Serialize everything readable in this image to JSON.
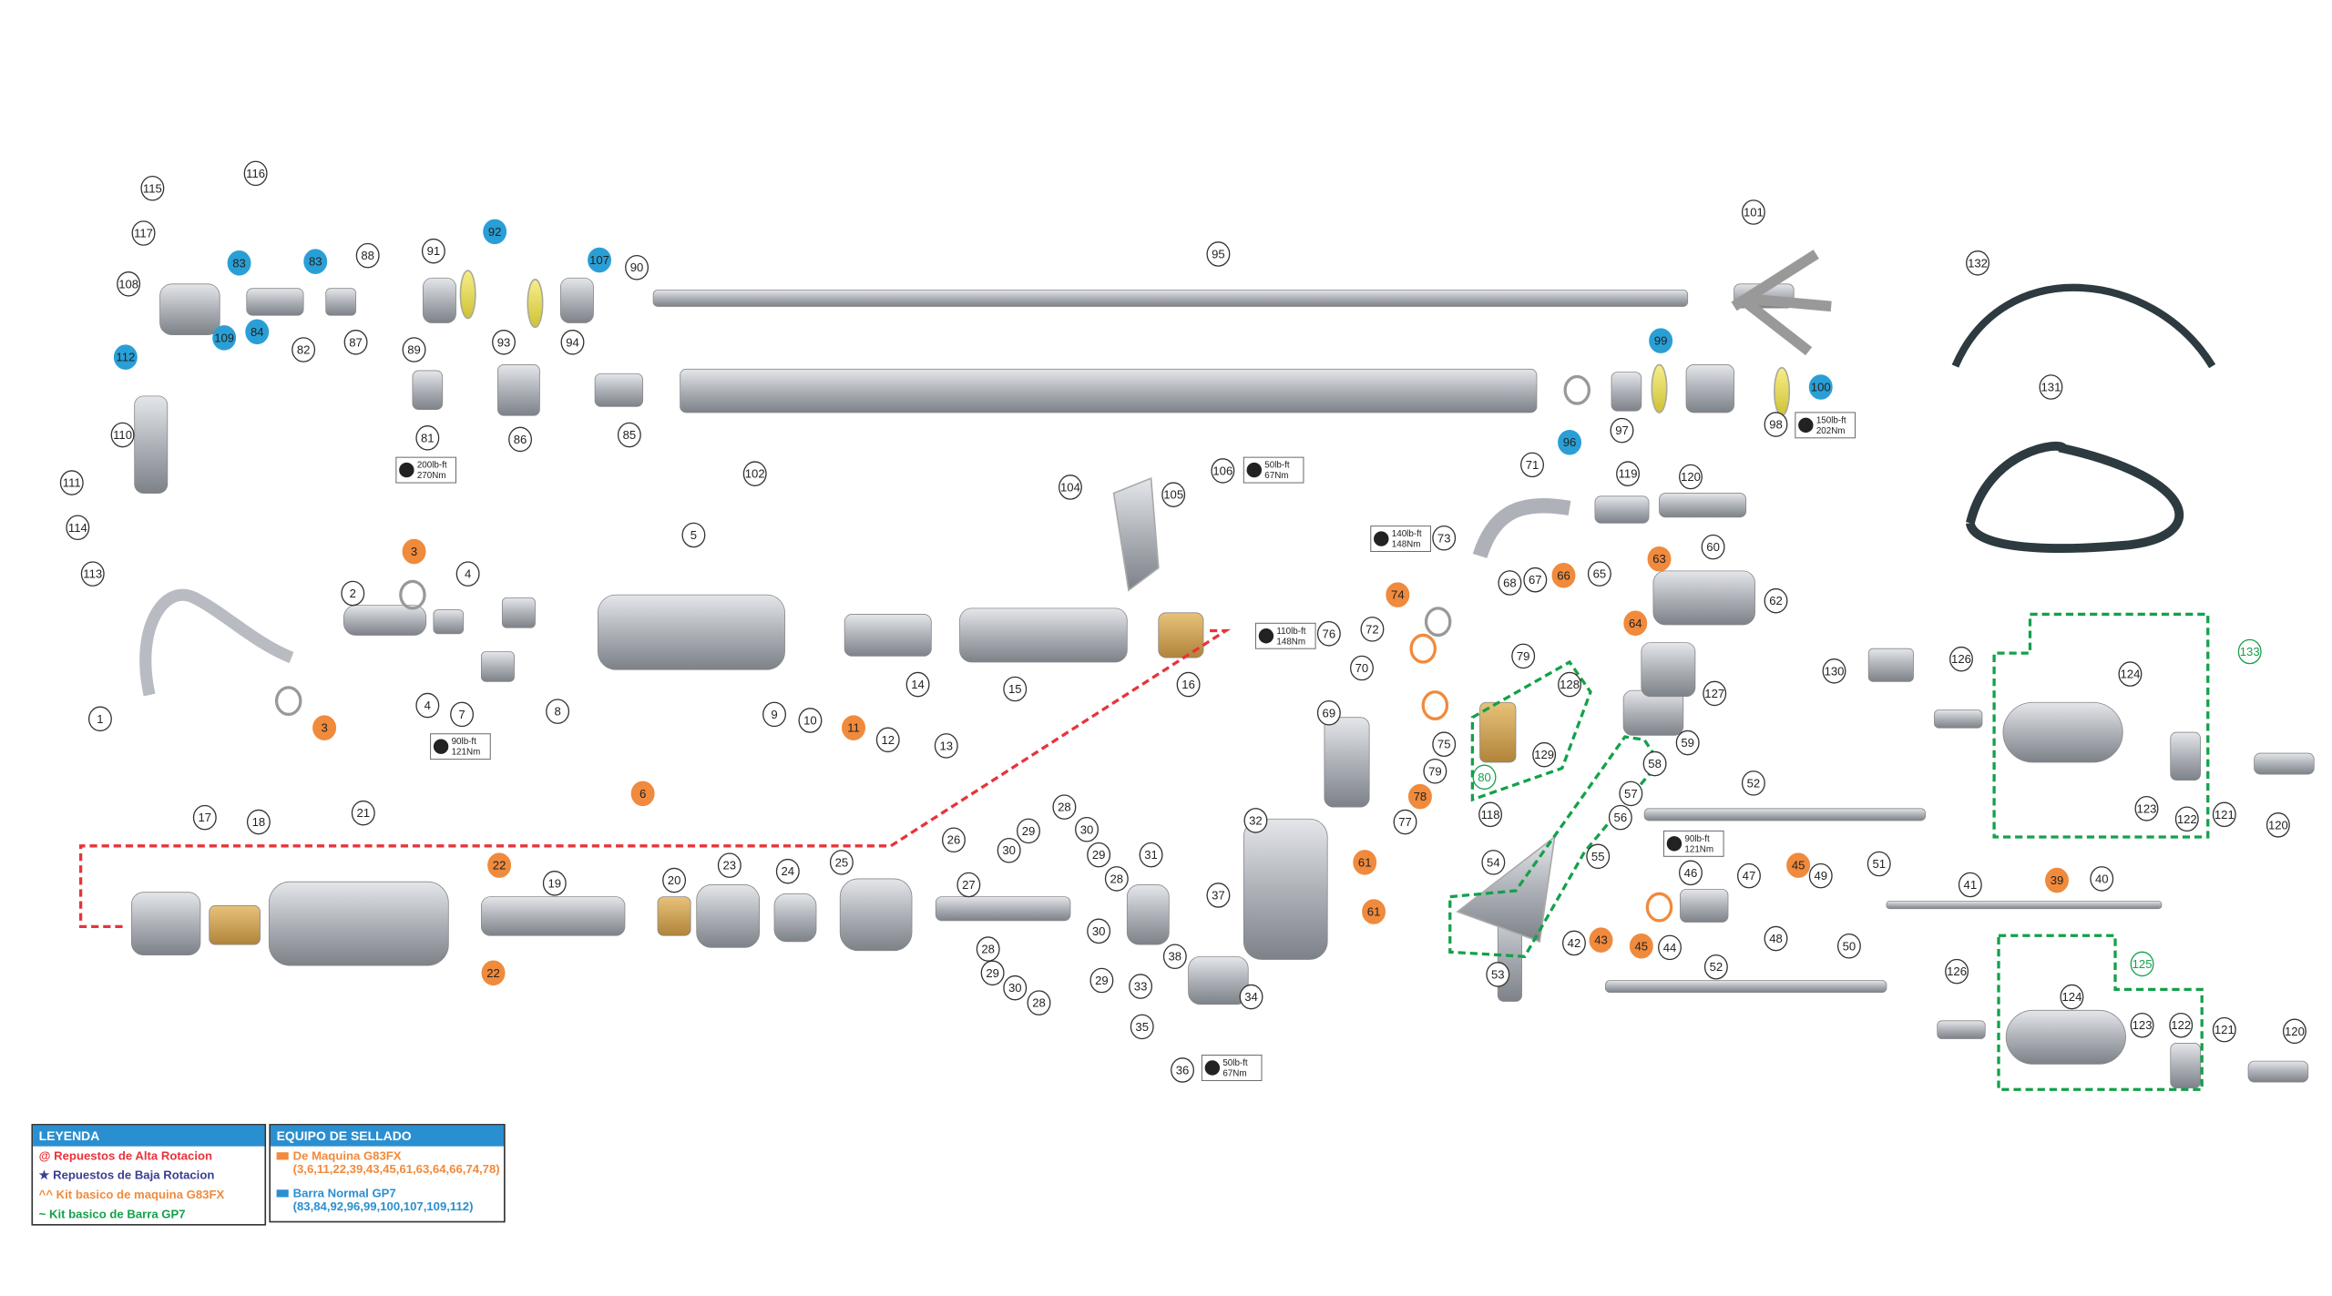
{
  "legend": {
    "title": "LEYENDA",
    "items": [
      {
        "symbol": "@",
        "label": "Repuestos de Alta Rotacion",
        "color": "#e8333b"
      },
      {
        "symbol": "★",
        "label": "Repuestos de Baja Rotacion",
        "color": "#3a3f8f"
      },
      {
        "symbol": "^^",
        "label": "Kit basico de maquina G83FX",
        "color": "#f08a3c"
      },
      {
        "symbol": "~",
        "label": "Kit basico de Barra GP7",
        "color": "#13a14a"
      }
    ]
  },
  "sealing": {
    "title": "EQUIPO DE SELLADO",
    "groups": [
      {
        "label": "De Maquina G83FX",
        "parts": "(3,6,11,22,39,43,45,61,63,64,66,74,78)",
        "color": "#f08a3c"
      },
      {
        "label": "Barra Normal GP7",
        "parts": "(83,84,92,96,99,100,107,109,112)",
        "color": "#2a8fd0"
      }
    ]
  },
  "colors": {
    "orange": "#f08a3c",
    "blue": "#2a9fd6",
    "green": "#13a14a",
    "red_dash": "#e8333b",
    "part": "#b8bcc2"
  },
  "torques": [
    {
      "part": "81",
      "lbft": "200lb-ft",
      "nm": "270Nm"
    },
    {
      "part": "106",
      "lbft": "50lb-ft",
      "nm": "67Nm"
    },
    {
      "part": "73",
      "lbft": "140lb-ft",
      "nm": "148Nm"
    },
    {
      "part": "98",
      "lbft": "150lb-ft",
      "nm": "202Nm"
    },
    {
      "part": "76",
      "lbft": "110lb-ft",
      "nm": "148Nm"
    },
    {
      "part": "7",
      "lbft": "90lb-ft",
      "nm": "121Nm"
    },
    {
      "part": "46",
      "lbft": "90lb-ft",
      "nm": "121Nm"
    },
    {
      "part": "36",
      "lbft": "50lb-ft",
      "nm": "67Nm"
    }
  ],
  "callouts": [
    {
      "n": "116"
    },
    {
      "n": "115"
    },
    {
      "n": "117"
    },
    {
      "n": "108"
    },
    {
      "n": "83",
      "k": "blue"
    },
    {
      "n": "83",
      "k": "blue"
    },
    {
      "n": "88"
    },
    {
      "n": "91"
    },
    {
      "n": "92",
      "k": "blue"
    },
    {
      "n": "107",
      "k": "blue"
    },
    {
      "n": "90"
    },
    {
      "n": "95"
    },
    {
      "n": "101"
    },
    {
      "n": "132"
    },
    {
      "n": "112",
      "k": "blue"
    },
    {
      "n": "109",
      "k": "blue"
    },
    {
      "n": "84",
      "k": "blue"
    },
    {
      "n": "82"
    },
    {
      "n": "87"
    },
    {
      "n": "89"
    },
    {
      "n": "93"
    },
    {
      "n": "94"
    },
    {
      "n": "99",
      "k": "blue"
    },
    {
      "n": "100",
      "k": "blue"
    },
    {
      "n": "131"
    },
    {
      "n": "110"
    },
    {
      "n": "81"
    },
    {
      "n": "86"
    },
    {
      "n": "85"
    },
    {
      "n": "102"
    },
    {
      "n": "96",
      "k": "blue"
    },
    {
      "n": "97"
    },
    {
      "n": "98"
    },
    {
      "n": "111"
    },
    {
      "n": "104"
    },
    {
      "n": "105"
    },
    {
      "n": "106"
    },
    {
      "n": "71"
    },
    {
      "n": "119"
    },
    {
      "n": "120"
    },
    {
      "n": "114"
    },
    {
      "n": "113"
    },
    {
      "n": "73"
    },
    {
      "n": "60"
    },
    {
      "n": "3",
      "k": "orange"
    },
    {
      "n": "4"
    },
    {
      "n": "5"
    },
    {
      "n": "63",
      "k": "orange"
    },
    {
      "n": "66",
      "k": "orange"
    },
    {
      "n": "68"
    },
    {
      "n": "67"
    },
    {
      "n": "65"
    },
    {
      "n": "62"
    },
    {
      "n": "2"
    },
    {
      "n": "74",
      "k": "orange"
    },
    {
      "n": "72"
    },
    {
      "n": "76"
    },
    {
      "n": "64",
      "k": "orange"
    },
    {
      "n": "79"
    },
    {
      "n": "14"
    },
    {
      "n": "15"
    },
    {
      "n": "16"
    },
    {
      "n": "70"
    },
    {
      "n": "128"
    },
    {
      "n": "127"
    },
    {
      "n": "126"
    },
    {
      "n": "130"
    },
    {
      "n": "124"
    },
    {
      "n": "133",
      "k": "green"
    },
    {
      "n": "1"
    },
    {
      "n": "3",
      "k": "orange"
    },
    {
      "n": "4"
    },
    {
      "n": "7"
    },
    {
      "n": "8"
    },
    {
      "n": "9"
    },
    {
      "n": "10"
    },
    {
      "n": "11",
      "k": "orange"
    },
    {
      "n": "12"
    },
    {
      "n": "13"
    },
    {
      "n": "69"
    },
    {
      "n": "75"
    },
    {
      "n": "129"
    },
    {
      "n": "80",
      "k": "green"
    },
    {
      "n": "79"
    },
    {
      "n": "58"
    },
    {
      "n": "59"
    },
    {
      "n": "6",
      "k": "orange"
    },
    {
      "n": "78",
      "k": "orange"
    },
    {
      "n": "57"
    },
    {
      "n": "56"
    },
    {
      "n": "52"
    },
    {
      "n": "123"
    },
    {
      "n": "122"
    },
    {
      "n": "121"
    },
    {
      "n": "120"
    },
    {
      "n": "77"
    },
    {
      "n": "118"
    },
    {
      "n": "17"
    },
    {
      "n": "18"
    },
    {
      "n": "21"
    },
    {
      "n": "29"
    },
    {
      "n": "28"
    },
    {
      "n": "30"
    },
    {
      "n": "26"
    },
    {
      "n": "30"
    },
    {
      "n": "29"
    },
    {
      "n": "31"
    },
    {
      "n": "32"
    },
    {
      "n": "61",
      "k": "orange"
    },
    {
      "n": "22",
      "k": "orange"
    },
    {
      "n": "54"
    },
    {
      "n": "55"
    },
    {
      "n": "19"
    },
    {
      "n": "20"
    },
    {
      "n": "23"
    },
    {
      "n": "24"
    },
    {
      "n": "25"
    },
    {
      "n": "27"
    },
    {
      "n": "28"
    },
    {
      "n": "37"
    },
    {
      "n": "46"
    },
    {
      "n": "47"
    },
    {
      "n": "45",
      "k": "orange"
    },
    {
      "n": "49"
    },
    {
      "n": "51"
    },
    {
      "n": "39",
      "k": "orange"
    },
    {
      "n": "40"
    },
    {
      "n": "41"
    },
    {
      "n": "61",
      "k": "orange"
    },
    {
      "n": "42"
    },
    {
      "n": "43",
      "k": "orange"
    },
    {
      "n": "45",
      "k": "orange"
    },
    {
      "n": "44"
    },
    {
      "n": "48"
    },
    {
      "n": "50"
    },
    {
      "n": "30"
    },
    {
      "n": "28"
    },
    {
      "n": "29"
    },
    {
      "n": "30"
    },
    {
      "n": "29"
    },
    {
      "n": "28"
    },
    {
      "n": "38"
    },
    {
      "n": "125",
      "k": "green"
    },
    {
      "n": "22",
      "k": "orange"
    },
    {
      "n": "53"
    },
    {
      "n": "52"
    },
    {
      "n": "126"
    },
    {
      "n": "33"
    },
    {
      "n": "34"
    },
    {
      "n": "124"
    },
    {
      "n": "123"
    },
    {
      "n": "122"
    },
    {
      "n": "121"
    },
    {
      "n": "120"
    },
    {
      "n": "35"
    },
    {
      "n": "36"
    }
  ]
}
